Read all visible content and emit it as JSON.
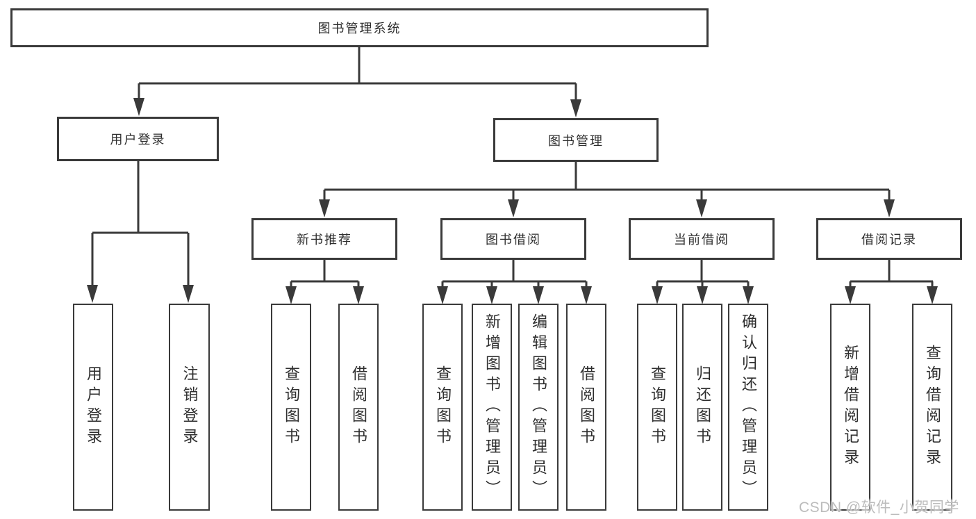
{
  "diagram": {
    "root": "图书管理系统",
    "level2": {
      "user_login": "用户登录",
      "book_management": "图书管理"
    },
    "level3": {
      "new_book_recommend": "新书推荐",
      "book_borrowing": "图书借阅",
      "current_borrowing": "当前借阅",
      "borrowing_records": "借阅记录"
    },
    "leaves": {
      "user_login": [
        "用户登录",
        "注销登录"
      ],
      "new_book_recommend": [
        "查询图书",
        "借阅图书"
      ],
      "book_borrowing": [
        "查询图书",
        "新增图书（管理员）",
        "编辑图书（管理员）",
        "借阅图书"
      ],
      "current_borrowing": [
        "查询图书",
        "归还图书",
        "确认归还（管理员）"
      ],
      "borrowing_records": [
        "新增借阅记录",
        "查询借阅记录"
      ]
    }
  },
  "watermark": {
    "text": "CSDN @软件_小贺同学"
  },
  "colors": {
    "line": "#3a3a3a",
    "text": "#2e2e2e",
    "background": "#ffffff",
    "watermark": "#bcbcbc"
  }
}
